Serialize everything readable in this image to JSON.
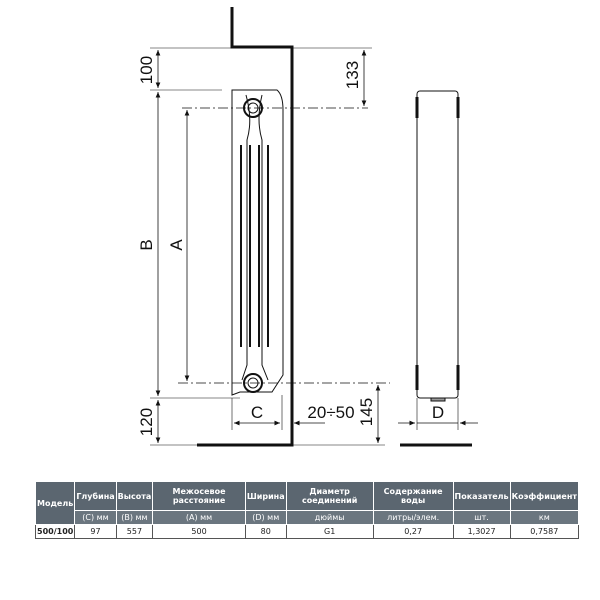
{
  "drawing": {
    "dims": {
      "top_gap": "100",
      "height_b": "B",
      "axis_a": "A",
      "top_to_axis": "133",
      "bottom_gap": "120",
      "depth_c": "C",
      "wall_gap": "20÷50",
      "bottom_axis": "145",
      "width_d": "D"
    }
  },
  "table": {
    "headers": [
      "Модель",
      "Глубина",
      "Высота",
      "Межосевое расстояние",
      "Ширина",
      "Диаметр соединений",
      "Содержание воды",
      "Показатель",
      "Коэффициент"
    ],
    "units": [
      "(C) мм",
      "(B) мм",
      "(A) мм",
      "(D) мм",
      "дюймы",
      "литры/элем.",
      "шт.",
      "км"
    ],
    "rows": [
      [
        "500/100",
        "97",
        "557",
        "500",
        "80",
        "G1",
        "0,27",
        "1,3027",
        "0,7587"
      ]
    ]
  },
  "colors": {
    "header": "#5b6670",
    "line": "#111111"
  }
}
